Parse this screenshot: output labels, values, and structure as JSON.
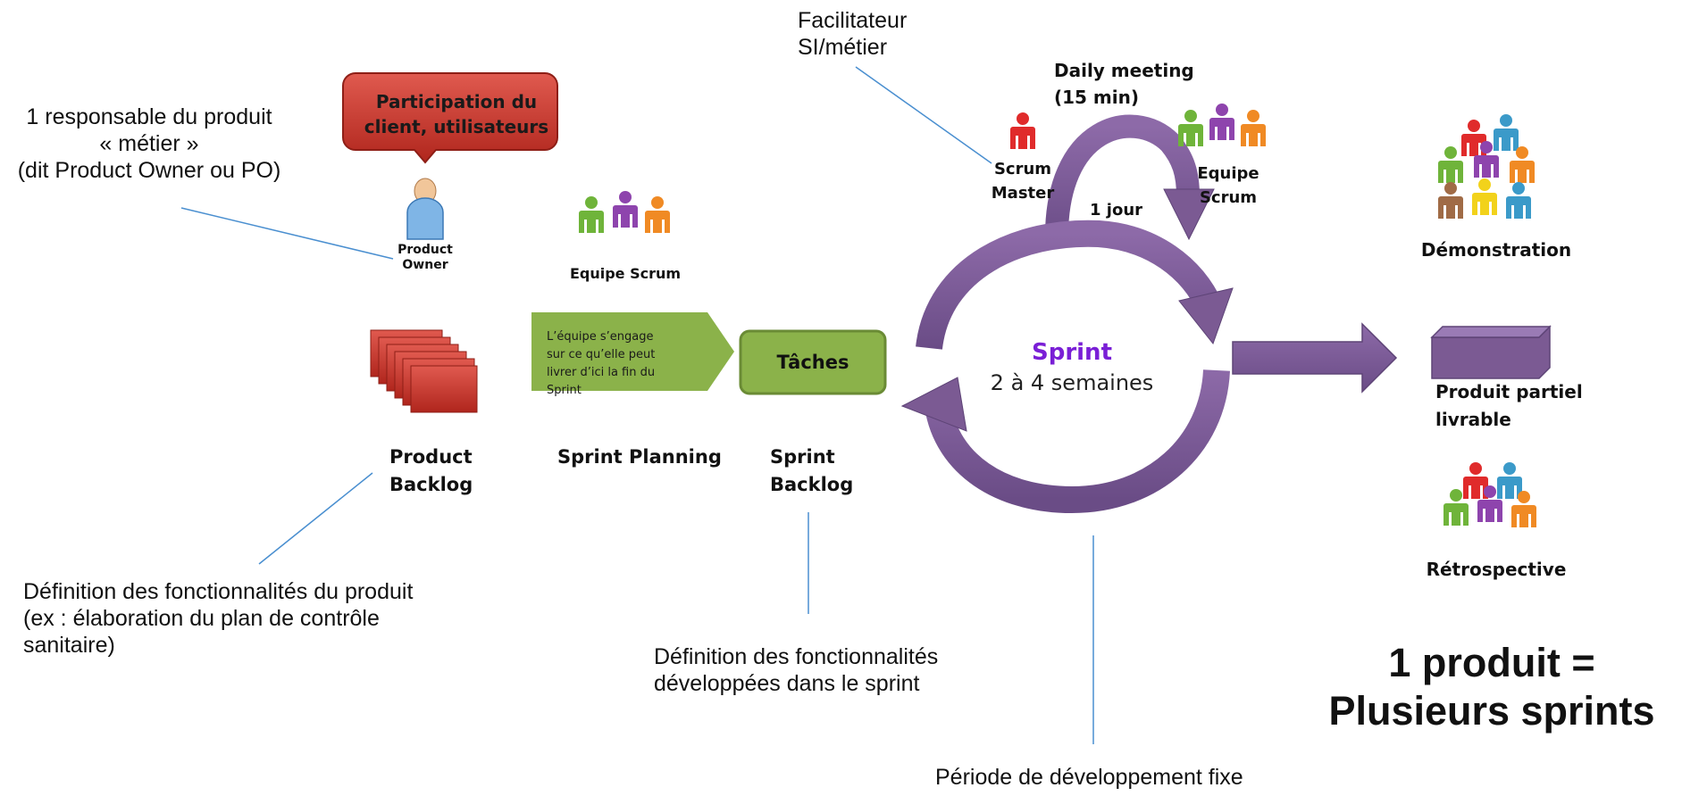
{
  "annotations": {
    "product_owner_note": [
      "1 responsable  du produit",
      "« métier »",
      "(dit Product Owner ou PO)"
    ],
    "facilitator_note": [
      "Facilitateur",
      "SI/métier"
    ],
    "product_backlog_note": [
      "Définition des fonctionnalités du produit",
      "(ex : élaboration du plan de contrôle",
      "sanitaire)"
    ],
    "sprint_backlog_note": [
      "Définition des fonctionnalités",
      "développées dans le sprint"
    ],
    "sprint_period_note": "Période de développement fixe"
  },
  "customer_bubble": [
    "Participation du",
    "client, utilisateurs"
  ],
  "product_owner_label": [
    "Product",
    "Owner"
  ],
  "team_label_planning": "Equipe Scrum",
  "engage_arrow_text": [
    "L’équipe s’engage",
    "sur ce qu’elle peut",
    "livrer d’ici la fin du",
    "Sprint"
  ],
  "tasks_box_label": "Tâches",
  "stage_labels": {
    "product_backlog": [
      "Product",
      "Backlog"
    ],
    "sprint_planning": "Sprint Planning",
    "sprint_backlog": [
      "Sprint",
      "Backlog"
    ]
  },
  "daily": {
    "title": [
      "Daily meeting",
      "(15 min)"
    ],
    "scrum_master": [
      "Scrum",
      "Master"
    ],
    "team": [
      "Equipe",
      "Scrum"
    ],
    "cycle": "1 jour"
  },
  "sprint": {
    "title": "Sprint",
    "duration": "2 à 4 semaines"
  },
  "outcomes": {
    "demo": "Démonstration",
    "increment": [
      "Produit partiel",
      "livrable"
    ],
    "retro": "Rétrospective"
  },
  "conclusion": [
    "1 produit =",
    "Plusieurs sprints"
  ],
  "colors": {
    "purple": "#7b5a93",
    "purple_dark": "#5e4477",
    "red": "#c0392b",
    "green": "#8bb24a",
    "sprint_text": "#7a1fd6",
    "line": "#4a8fd0"
  }
}
